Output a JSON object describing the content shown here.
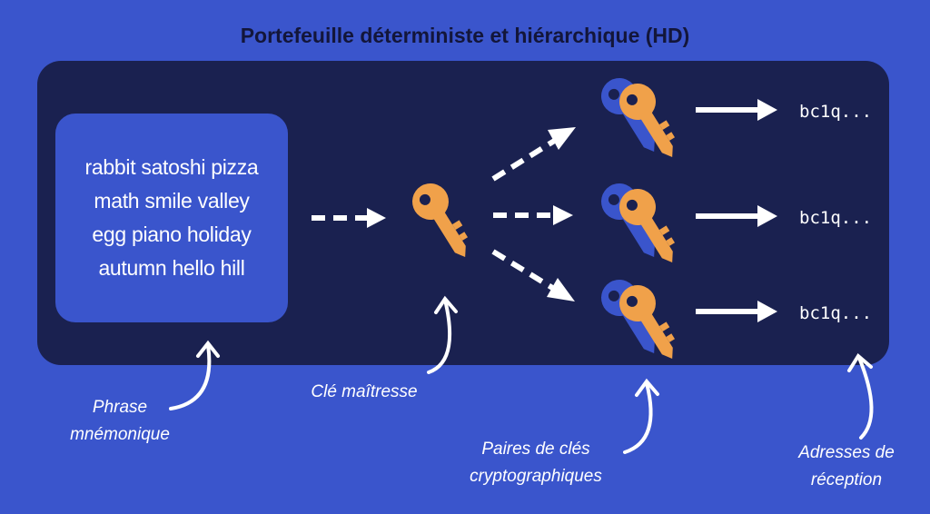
{
  "title": "Portefeuille déterministe et hiérarchique (HD)",
  "mnemonic": {
    "lines": [
      "rabbit satoshi pizza",
      "math smile valley",
      "egg piano holiday",
      "autumn hello hill"
    ]
  },
  "addresses": [
    "bc1q...",
    "bc1q...",
    "bc1q..."
  ],
  "labels": {
    "mnemonic_line1": "Phrase",
    "mnemonic_line2": "mnémonique",
    "master_key": "Clé maîtresse",
    "key_pairs_line1": "Paires de clés",
    "key_pairs_line2": "cryptographiques",
    "addresses_line1": "Adresses de",
    "addresses_line2": "réception"
  },
  "colors": {
    "background": "#3a55cc",
    "panel": "#1a2150",
    "title": "#13163a",
    "key_orange": "#f0a14a",
    "key_blue": "#3a55cc",
    "arrow": "#ffffff"
  },
  "icons": [
    "master-key-icon",
    "key-pair-icon",
    "arrow-icon",
    "curved-arrow-icon"
  ]
}
